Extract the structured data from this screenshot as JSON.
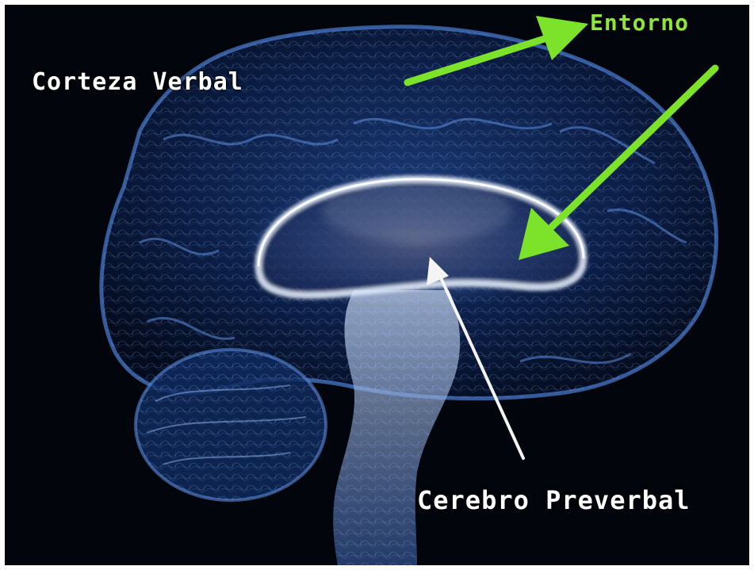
{
  "labels": {
    "corteza_verbal": "Corteza Verbal",
    "entorno": "Entorno",
    "cerebro_preverbal": "Cerebro Preverbal"
  },
  "colors": {
    "background": "#02050b",
    "arrow_green": "#7ce32a",
    "arrow_white": "#f4f4f4",
    "label_white": "#ffffff",
    "label_green": "#8fe63b",
    "brain_blue": "#3b6fc4",
    "glow": "#cfe4ff"
  },
  "icons": {
    "arrows": [
      "green-arrow-icon",
      "white-arrow-icon"
    ]
  }
}
